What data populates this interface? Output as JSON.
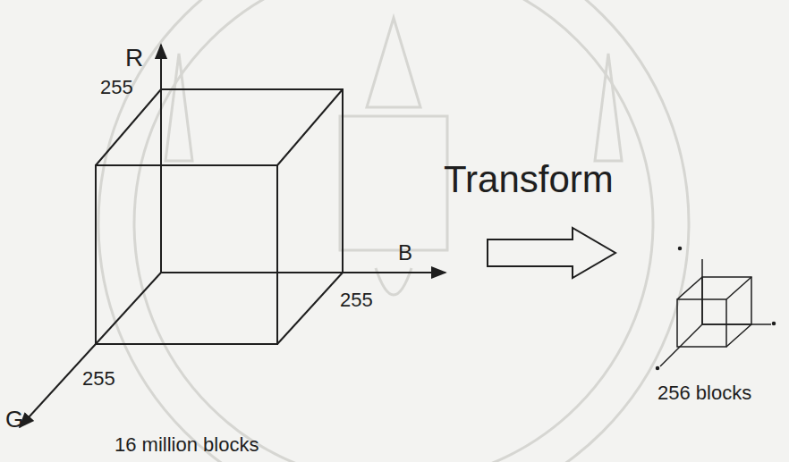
{
  "diagram": {
    "labels": [
      "R",
      "255",
      "B",
      "255",
      "G",
      "255",
      "16 million blocks",
      "Transform",
      "256 blocks"
    ]
  }
}
